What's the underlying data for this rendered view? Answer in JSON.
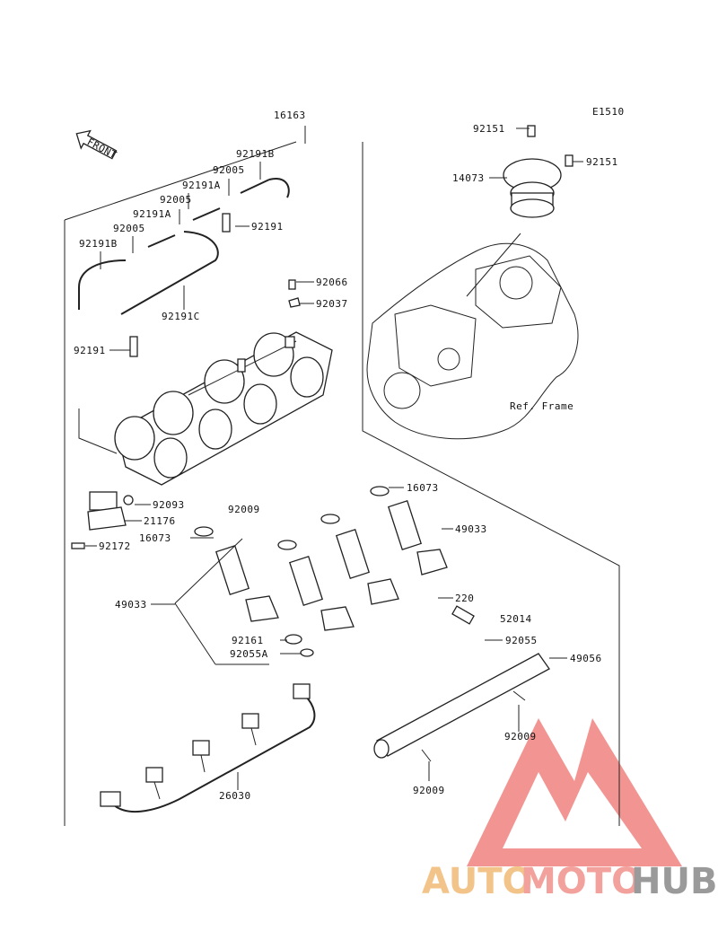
{
  "diagram": {
    "code": "E1510",
    "front_label": "FRONT",
    "frame_label": "Ref. Frame",
    "callouts": {
      "p16163": "16163",
      "p92191b_top": "92191B",
      "p92005_a": "92005",
      "p92191a_a": "92191A",
      "p92005_b": "92005",
      "p92191a_b": "92191A",
      "p92005_c": "92005",
      "p92191b_left": "92191B",
      "p92191": "92191",
      "p92191c": "92191C",
      "p92191_left": "92191",
      "p92066": "92066",
      "p92037": "92037",
      "p92151_a": "92151",
      "p92151_b": "92151",
      "p14073": "14073",
      "p16073_right": "16073",
      "p92093": "92093",
      "p21176": "21176",
      "p92172": "92172",
      "p92009_mid": "92009",
      "p16073_left": "16073",
      "p49033_right": "49033",
      "p49033_left": "49033",
      "p220": "220",
      "p52014": "52014",
      "p92055": "92055",
      "p92161": "92161",
      "p92055a": "92055A",
      "p49056": "49056",
      "p92009_right": "92009",
      "p92009_bottom": "92009",
      "p26030": "26030"
    }
  },
  "watermark": {
    "part1": "AUTO",
    "part2": "MOTO",
    "part3": "HUB",
    "color1": "#f3c48a",
    "color2": "#f2a19c",
    "color3": "#9a9a9a"
  }
}
